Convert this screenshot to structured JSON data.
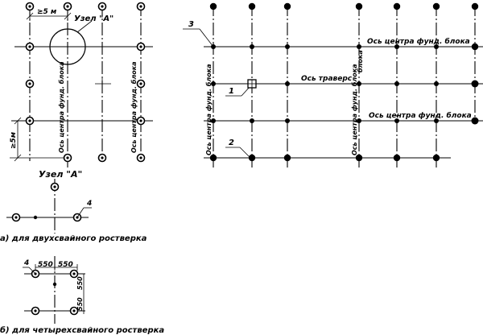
{
  "labels": {
    "dim_5m_top": "≥5 м",
    "dim_5m_side": "≥5м",
    "node_a_callout": "Узел \"А\"",
    "node_a_title": "Узел \"А\"",
    "axis_center_fund_block": "Ось центра фунд. блока",
    "axis_traverse": "Ось траверс",
    "axis_block_short": "блока",
    "caption_a": "а) для двухсвайного ростверка",
    "caption_b": "б) для четырехсвайного ростверка",
    "dim_550_a": "550",
    "dim_550_b": "550",
    "dim_550_c": "550",
    "dim_550_d": "550"
  },
  "callouts": {
    "n1": "1",
    "n2": "2",
    "n3": "3",
    "n4_a": "4",
    "n4_b": "4"
  },
  "colors": {
    "ink": "#000000",
    "paper": "#ffffff"
  }
}
